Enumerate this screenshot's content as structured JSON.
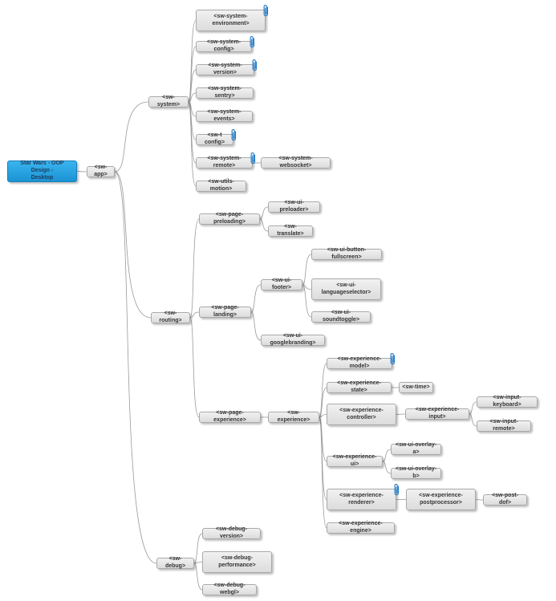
{
  "nodes": [
    {
      "id": "root",
      "label": "Star Wars - OOP Design -\nDesktop",
      "root": true
    },
    {
      "id": "app",
      "label": "<sw-app>"
    },
    {
      "id": "system",
      "label": "<sw-system>"
    },
    {
      "id": "sysenv",
      "label": "<sw-system-\nenvironment>",
      "attachment": true
    },
    {
      "id": "sysconfig",
      "label": "<sw-system-config>",
      "attachment": true
    },
    {
      "id": "sysversion",
      "label": "<sw-system-version>",
      "attachment": true
    },
    {
      "id": "syssentry",
      "label": "<sw-system-sentry>"
    },
    {
      "id": "sysevents",
      "label": "<sw-system-events>"
    },
    {
      "id": "tconfig",
      "label": "<sw-t config>",
      "attachment": true
    },
    {
      "id": "sysremote",
      "label": "<sw-system-remote>",
      "attachment": true
    },
    {
      "id": "sysws",
      "label": "<sw-system-websocket>"
    },
    {
      "id": "utilsmotion",
      "label": "<sw-utils-motion>"
    },
    {
      "id": "routing",
      "label": "<sw-routing>"
    },
    {
      "id": "preloading",
      "label": "<sw-page-preloading>"
    },
    {
      "id": "uipreloader",
      "label": "<sw-ui-preloader>"
    },
    {
      "id": "translate",
      "label": "<sw-translate>"
    },
    {
      "id": "landing",
      "label": "<sw-page-landing>"
    },
    {
      "id": "uifooter",
      "label": "<sw-ui-footer>"
    },
    {
      "id": "fullscreen",
      "label": "<sw-ui-button-fullscreen>"
    },
    {
      "id": "langselector",
      "label": "<sw-ui-\nlanguageselector>"
    },
    {
      "id": "soundtoggle",
      "label": "<sw-ui-soundtoggle>"
    },
    {
      "id": "googlebranding",
      "label": "<sw-ui-googlebranding>"
    },
    {
      "id": "pageexperience",
      "label": "<sw-page-experience>"
    },
    {
      "id": "experience",
      "label": "<sw-experience>"
    },
    {
      "id": "expmodel",
      "label": "<sw-experience-model>",
      "attachment": true
    },
    {
      "id": "expstate",
      "label": "<sw-experience-state>"
    },
    {
      "id": "time",
      "label": "<sw-time>"
    },
    {
      "id": "expcontroller",
      "label": "<sw-experience-\ncontroller>"
    },
    {
      "id": "expinput",
      "label": "<sw-experience-input>"
    },
    {
      "id": "inputkeyboard",
      "label": "<sw-input-keyboard>"
    },
    {
      "id": "inputremote",
      "label": "<sw-input-remote>"
    },
    {
      "id": "expui",
      "label": "<sw-experience-ui>"
    },
    {
      "id": "overlaya",
      "label": "<sw-ui-overlay-a>"
    },
    {
      "id": "overlayb",
      "label": "<sw-ui-overlay-b>"
    },
    {
      "id": "exprenderer",
      "label": "<sw-experience-\nrenderer>",
      "attachment": true
    },
    {
      "id": "exppost",
      "label": "<sw-experience-\npostprocessor>"
    },
    {
      "id": "postdof",
      "label": "<sw-post-dof>"
    },
    {
      "id": "expengine",
      "label": "<sw-experience-engine>"
    },
    {
      "id": "debug",
      "label": "<sw-debug>"
    },
    {
      "id": "debugversion",
      "label": "<sw-debug-version>"
    },
    {
      "id": "debugperf",
      "label": "<sw-debug-\nperformance>"
    },
    {
      "id": "debugwebgl",
      "label": "<sw-debug-webgl>"
    }
  ],
  "edges": [
    [
      "root",
      "app"
    ],
    [
      "app",
      "system"
    ],
    [
      "app",
      "routing"
    ],
    [
      "app",
      "debug"
    ],
    [
      "system",
      "sysenv"
    ],
    [
      "system",
      "sysconfig"
    ],
    [
      "system",
      "sysversion"
    ],
    [
      "system",
      "syssentry"
    ],
    [
      "system",
      "sysevents"
    ],
    [
      "system",
      "tconfig"
    ],
    [
      "system",
      "sysremote"
    ],
    [
      "system",
      "utilsmotion"
    ],
    [
      "sysremote",
      "sysws"
    ],
    [
      "routing",
      "preloading"
    ],
    [
      "routing",
      "landing"
    ],
    [
      "routing",
      "pageexperience"
    ],
    [
      "preloading",
      "uipreloader"
    ],
    [
      "preloading",
      "translate"
    ],
    [
      "landing",
      "uifooter"
    ],
    [
      "landing",
      "googlebranding"
    ],
    [
      "uifooter",
      "fullscreen"
    ],
    [
      "uifooter",
      "langselector"
    ],
    [
      "uifooter",
      "soundtoggle"
    ],
    [
      "pageexperience",
      "experience"
    ],
    [
      "experience",
      "expmodel"
    ],
    [
      "experience",
      "expstate"
    ],
    [
      "experience",
      "expcontroller"
    ],
    [
      "experience",
      "expui"
    ],
    [
      "experience",
      "exprenderer"
    ],
    [
      "experience",
      "expengine"
    ],
    [
      "expstate",
      "time"
    ],
    [
      "expcontroller",
      "expinput"
    ],
    [
      "expinput",
      "inputkeyboard"
    ],
    [
      "expinput",
      "inputremote"
    ],
    [
      "expui",
      "overlaya"
    ],
    [
      "expui",
      "overlayb"
    ],
    [
      "exprenderer",
      "exppost"
    ],
    [
      "exppost",
      "postdof"
    ],
    [
      "debug",
      "debugversion"
    ],
    [
      "debug",
      "debugperf"
    ],
    [
      "debug",
      "debugwebgl"
    ]
  ],
  "colors": {
    "line": "#9a9a9a",
    "root_fill": "#26a6e6",
    "node_fill": "#e6e6e6"
  }
}
